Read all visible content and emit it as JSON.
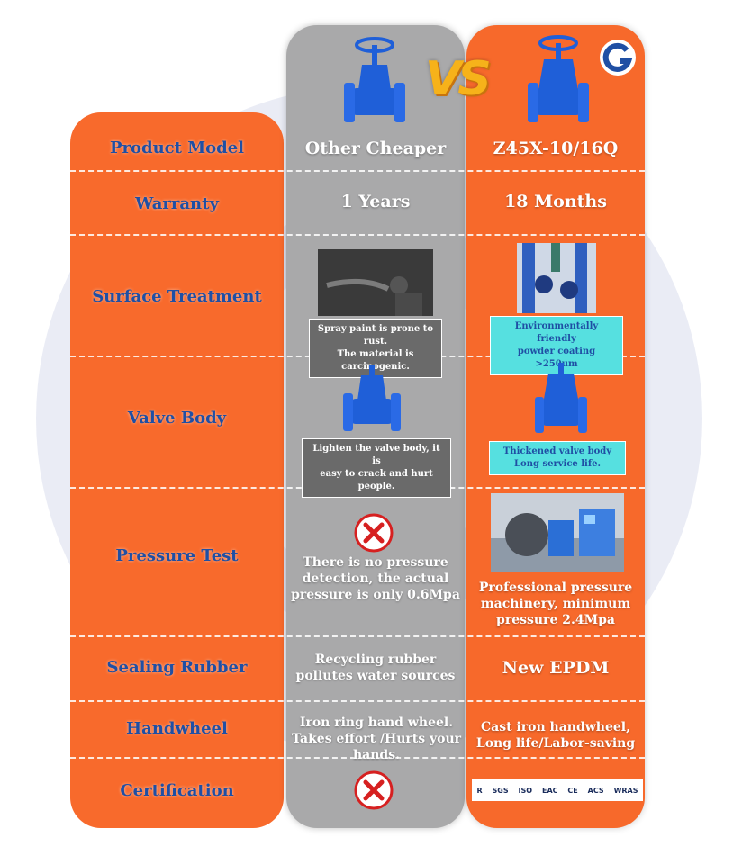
{
  "header": {
    "vs_label": "VS",
    "other_title": "Other Cheaper",
    "ours_title": "Z45X-10/16Q"
  },
  "rows": {
    "product_model": "Product Model",
    "warranty": "Warranty",
    "surface_treatment": "Surface Treatment",
    "valve_body": "Valve Body",
    "pressure_test": "Pressure Test",
    "sealing_rubber": "Sealing Rubber",
    "handwheel": "Handwheel",
    "certification": "Certification"
  },
  "other": {
    "warranty": "1 Years",
    "surface_caption_1": "Spray paint is prone to rust.",
    "surface_caption_2": "The material is carcinogenic.",
    "valve_caption_1": "Lighten the valve body, it is",
    "valve_caption_2": "easy to crack and hurt people.",
    "pressure_1": "There is no pressure",
    "pressure_2": "detection, the actual",
    "pressure_3": "pressure is only 0.6Mpa",
    "sealing_1": "Recycling rubber",
    "sealing_2": "pollutes water sources",
    "handwheel_1": "Iron ring hand wheel.",
    "handwheel_2": "Takes effort /Hurts your hands."
  },
  "ours": {
    "warranty": "18 Months",
    "surface_caption_1": "Environmentally friendly",
    "surface_caption_2": "powder coating >250um",
    "valve_caption_1": "Thickened valve body",
    "valve_caption_2": "Long service life.",
    "pressure_1": "Professional pressure",
    "pressure_2": "machinery, minimum",
    "pressure_3": "pressure 2.4Mpa",
    "sealing": "New EPDM",
    "handwheel_1": "Cast iron handwheel,",
    "handwheel_2": "Long life/Labor-saving",
    "certs": [
      "R",
      "SGS",
      "ISO",
      "EAC",
      "CE",
      "ACS",
      "WRAS"
    ]
  },
  "colors": {
    "orange": "#f86a2c",
    "gray": "#a9a9aa",
    "blue_text": "#1f4fa4",
    "valve_blue": "#1f5fd8",
    "cyan_caption": "#56e0e0"
  }
}
